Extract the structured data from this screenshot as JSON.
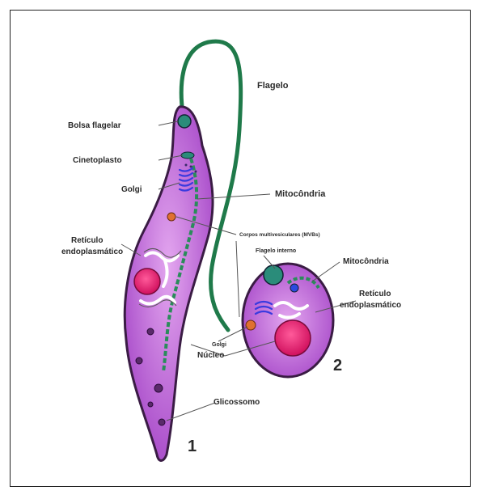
{
  "labels": {
    "flagelo": "Flagelo",
    "bolsa_flagelar": "Bolsa flagelar",
    "cinetoplasto": "Cinetoplasto",
    "golgi": "Golgi",
    "mitocondria_1": "Mitocôndria",
    "reticulo_1_line1": "Retículo",
    "reticulo_1_line2": "endoplasmático",
    "corpos_multivesiculares": "Corpos multivesiculares (MVBs)",
    "flagelo_interno": "Flagelo interno",
    "mitocondria_2": "Mitocôndria",
    "reticulo_2_line1": "Retículo",
    "reticulo_2_line2": "endoplasmático",
    "golgi_2": "Golgi",
    "nucleo": "Núcleo",
    "glicossomo": "Glicossomo"
  },
  "numbers": {
    "cell_1": "1",
    "cell_2": "2"
  },
  "colors": {
    "cytoplasm": "#b04fd0",
    "cytoplasm_light": "#d58ee8",
    "membrane": "#3a1c44",
    "flagellum": "#1f7a4a",
    "nucleus": "#e8186e",
    "kinetoplast": "#2a8c7a",
    "golgi": "#3a3adf",
    "glycosome": "#5a2a6a"
  }
}
